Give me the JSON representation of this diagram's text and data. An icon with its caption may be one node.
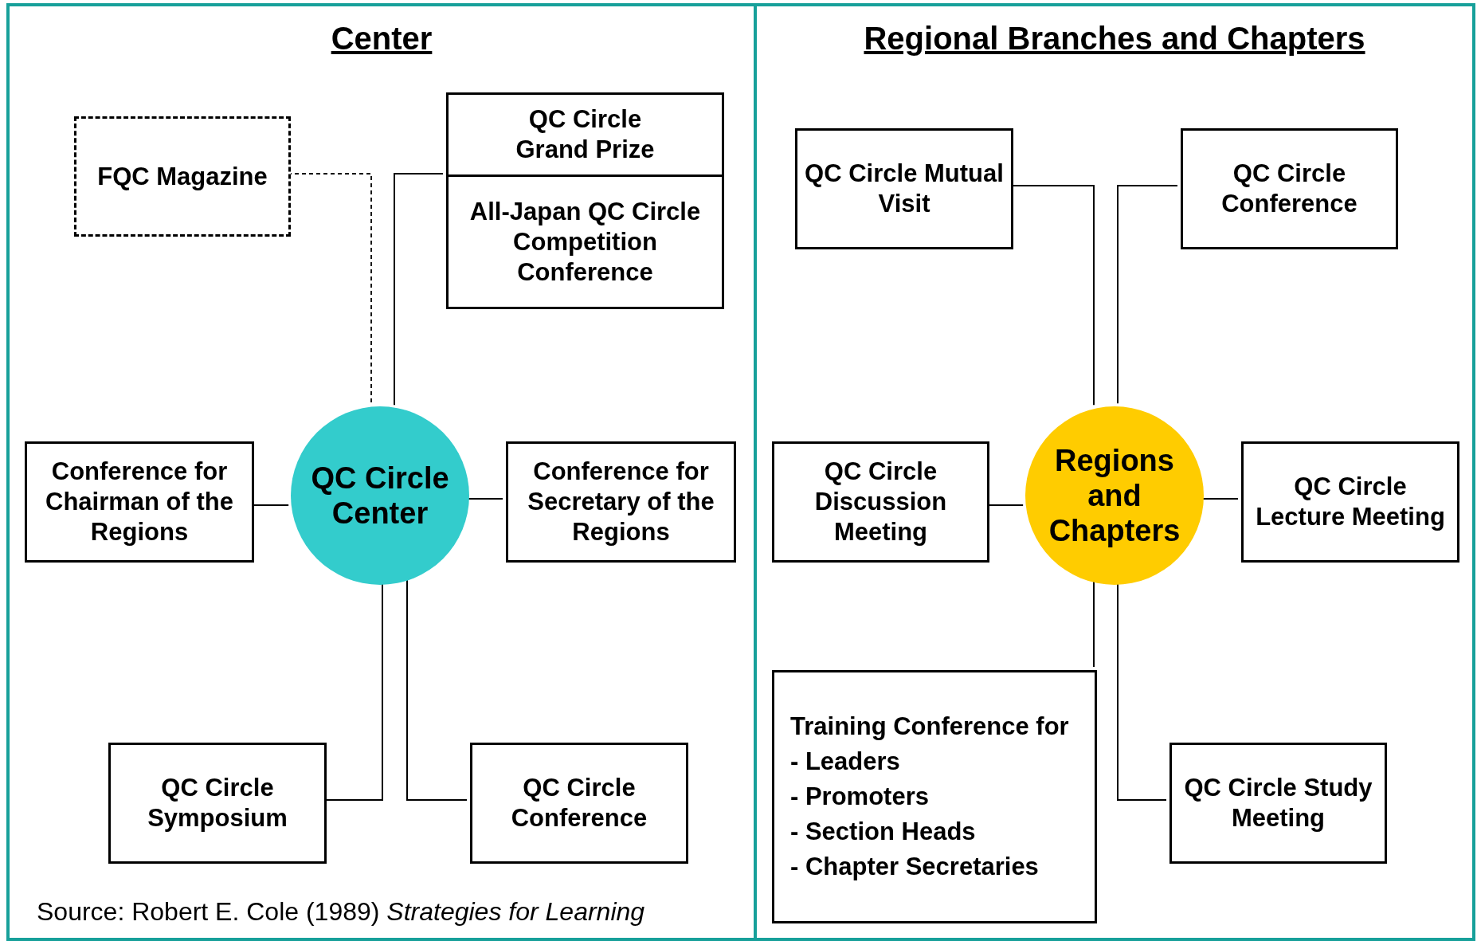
{
  "diagram": {
    "nodes": [
      {
        "text": [
          "Center"
        ]
      },
      {
        "text": [
          "Regional Branches and Chapters"
        ]
      },
      {
        "text": [
          "FQC Magazine"
        ],
        "in": 0
      },
      {
        "text": [
          "QC Circle Grand Prize",
          "All-Japan QC Circle Competition Conference"
        ],
        "in": 0
      },
      {
        "text": [
          "QC Circle Center"
        ],
        "in": 0
      },
      {
        "text": [
          "Conference for Chairman of the Regions"
        ],
        "in": 0
      },
      {
        "text": [
          "Conference for Secretary of the Regions"
        ],
        "in": 0
      },
      {
        "text": [
          "QC Circle Symposium"
        ],
        "in": 0
      },
      {
        "text": [
          "QC Circle Conference"
        ],
        "in": 0
      },
      {
        "text": [
          "QC Circle Mutual Visit"
        ],
        "in": 1
      },
      {
        "text": [
          "QC Circle Conference"
        ],
        "in": 1
      },
      {
        "text": [
          "QC Circle Discussion Meeting"
        ],
        "in": 1
      },
      {
        "text": [
          "Regions and Chapters"
        ],
        "in": 1
      },
      {
        "text": [
          "QC Circle Lecture Meeting"
        ],
        "in": 1
      },
      {
        "text": [
          "Training Conference for",
          "- Leaders",
          "- Promoters",
          "- Section Heads",
          "- Chapter Secretaries"
        ],
        "in": 1
      },
      {
        "text": [
          "QC Circle Study Meeting"
        ],
        "in": 1
      }
    ],
    "edges": [
      {
        "from": 2,
        "to": 4,
        "arrow": "none",
        "style": "dashed"
      },
      {
        "from": 4,
        "to": 3,
        "arrow": "none"
      },
      {
        "from": 5,
        "to": 4,
        "arrow": "none"
      },
      {
        "from": 4,
        "to": 6,
        "arrow": "none"
      },
      {
        "from": 4,
        "to": 7,
        "arrow": "none"
      },
      {
        "from": 4,
        "to": 8,
        "arrow": "none"
      },
      {
        "from": 9,
        "to": 12,
        "arrow": "none"
      },
      {
        "from": 12,
        "to": 10,
        "arrow": "none"
      },
      {
        "from": 11,
        "to": 12,
        "arrow": "none"
      },
      {
        "from": 12,
        "to": 13,
        "arrow": "none"
      },
      {
        "from": 12,
        "to": 14,
        "arrow": "none"
      },
      {
        "from": 12,
        "to": 15,
        "arrow": "none"
      }
    ],
    "labels": [
      "Source: Robert E. Cole (1989) *Strategies for Learning*"
    ]
  }
}
